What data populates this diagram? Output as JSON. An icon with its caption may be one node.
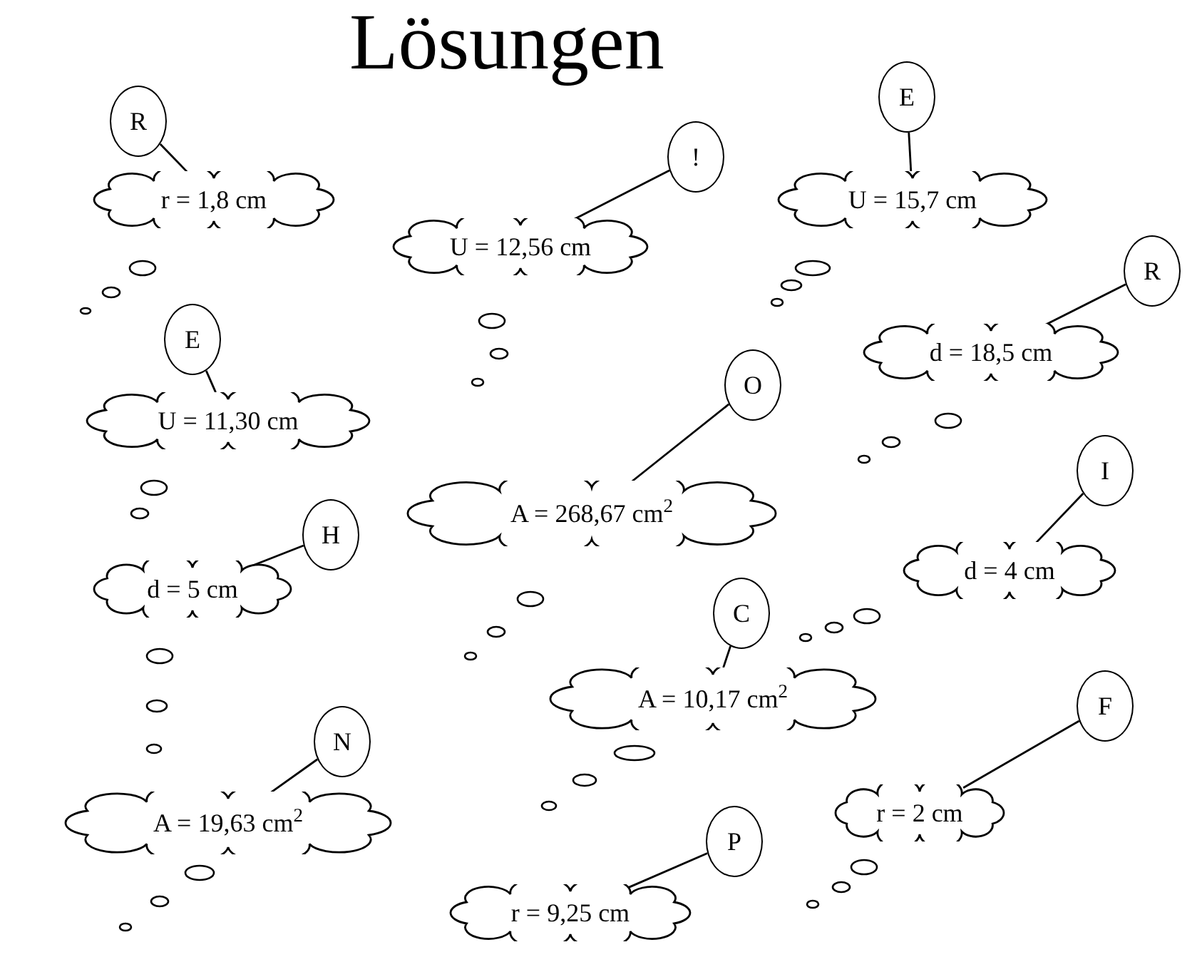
{
  "diagram": {
    "title": "Lösungen",
    "nodes": [
      {
        "text": [
          "R"
        ]
      },
      {
        "text": [
          "r = 1,8 cm"
        ]
      },
      {
        "text": [
          "!"
        ]
      },
      {
        "text": [
          "U = 12,56 cm"
        ]
      },
      {
        "text": [
          "E"
        ]
      },
      {
        "text": [
          "U = 15,7 cm"
        ]
      },
      {
        "text": [
          "R"
        ]
      },
      {
        "text": [
          "d = 18,5 cm"
        ]
      },
      {
        "text": [
          "E"
        ]
      },
      {
        "text": [
          "U = 11,30 cm"
        ]
      },
      {
        "text": [
          "O"
        ]
      },
      {
        "text": [
          "A = 268,67 cm$^{2}$"
        ]
      },
      {
        "text": [
          "H"
        ]
      },
      {
        "text": [
          "d = 5 cm"
        ]
      },
      {
        "text": [
          "I"
        ]
      },
      {
        "text": [
          "d = 4 cm"
        ]
      },
      {
        "text": [
          "C"
        ]
      },
      {
        "text": [
          "A = 10,17 cm$^{2}$"
        ]
      },
      {
        "text": [
          "N"
        ]
      },
      {
        "text": [
          "A = 19,63 cm$^{2}$"
        ]
      },
      {
        "text": [
          "F"
        ]
      },
      {
        "text": [
          "r = 2 cm"
        ]
      },
      {
        "text": [
          "P"
        ]
      },
      {
        "text": [
          "r = 9,25 cm"
        ]
      }
    ],
    "edges": [
      {
        "from": 0,
        "to": 1,
        "arrow": "none"
      },
      {
        "from": 2,
        "to": 3,
        "arrow": "none"
      },
      {
        "from": 4,
        "to": 5,
        "arrow": "none"
      },
      {
        "from": 6,
        "to": 7,
        "arrow": "none"
      },
      {
        "from": 8,
        "to": 9,
        "arrow": "none"
      },
      {
        "from": 10,
        "to": 11,
        "arrow": "none"
      },
      {
        "from": 12,
        "to": 13,
        "arrow": "none"
      },
      {
        "from": 14,
        "to": 15,
        "arrow": "none"
      },
      {
        "from": 16,
        "to": 17,
        "arrow": "none"
      },
      {
        "from": 18,
        "to": 19,
        "arrow": "none"
      },
      {
        "from": 20,
        "to": 21,
        "arrow": "none"
      },
      {
        "from": 22,
        "to": 23,
        "arrow": "none"
      }
    ]
  }
}
